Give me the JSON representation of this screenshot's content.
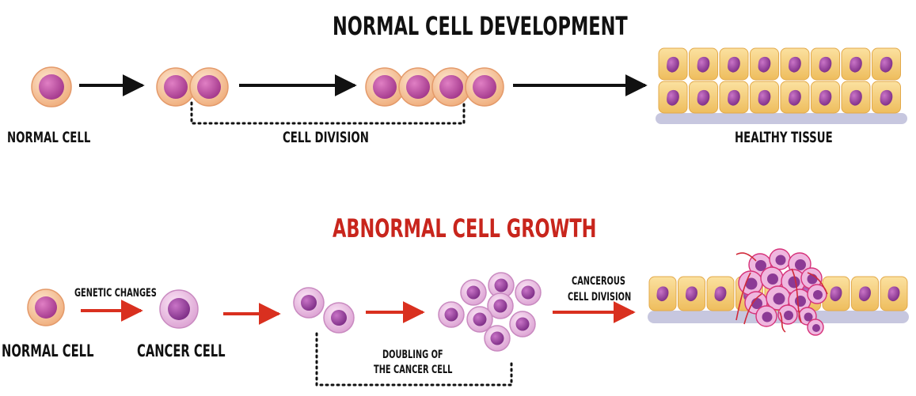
{
  "normal_section": {
    "title": "NORMAL CELL DEVELOPMENT",
    "label_normal_cell": "NORMAL CELL",
    "label_cell_division": "CELL DIVISION",
    "label_healthy_tissue": "HEALTHY TISSUE"
  },
  "abnormal_section": {
    "title": "ABNORMAL CELL GROWTH",
    "label_normal_cell": "NORMAL CELL",
    "label_genetic_changes": "GENETIC CHANGES",
    "label_cancer_cell": "CANCER CELL",
    "label_doubling_line1": "DOUBLING OF",
    "label_doubling_line2": "THE CANCER CELL",
    "label_cancerous_line1": "CANCEROUS",
    "label_cancerous_line2": "CELL DIVISION"
  },
  "colors": {
    "normal_title": "#111111",
    "abnormal_title": "#c8251c",
    "normal_arrow": "#111111",
    "cancer_arrow": "#d9301f",
    "cell_outer": "#f6c7a0",
    "cell_nucleus": "#b0479a",
    "cancer_cell": "#e7b3de",
    "cancer_nucleus": "#9b3d9e",
    "tissue_cell": "#f6d27a",
    "tissue_base": "#c7c7df",
    "blood_vessel": "#d12a3a"
  }
}
